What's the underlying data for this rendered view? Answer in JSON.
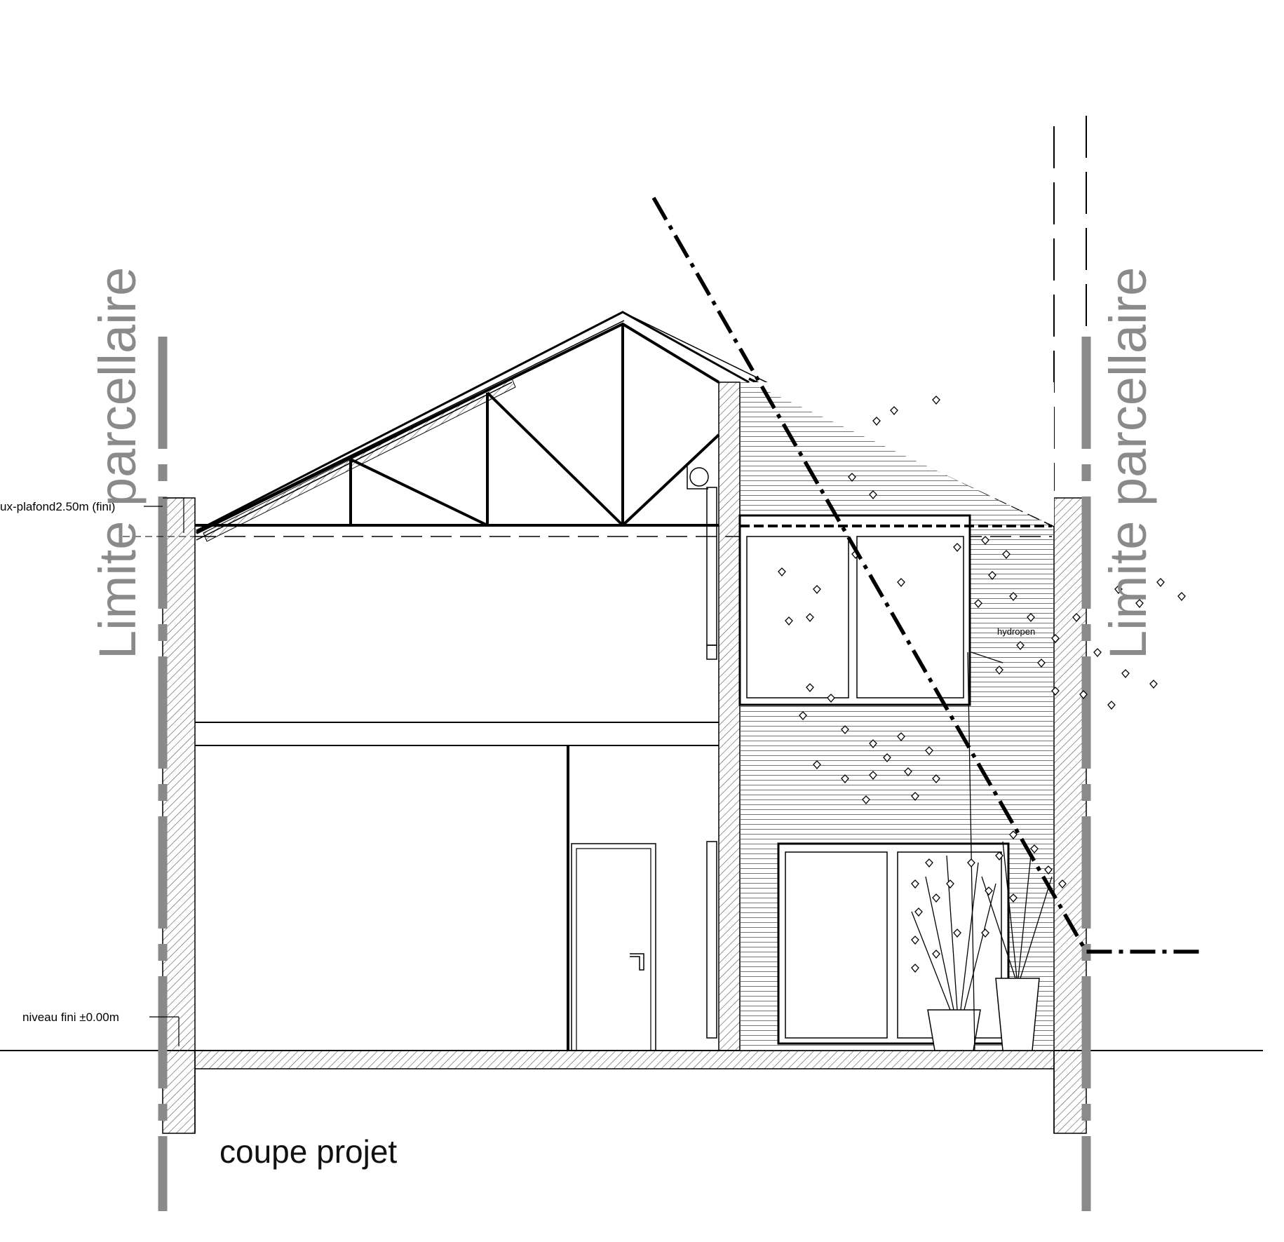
{
  "labels": {
    "property_limit_left": "Limite parcellaire",
    "property_limit_right": "Limite parcellaire",
    "ceiling_level": "ux-plafond2.50m (fini)",
    "floor_level": "niveau fini ±0.00m",
    "title": "coupe projet",
    "plant_tag": "hydropen"
  },
  "colors": {
    "ink": "#000000",
    "limit_line": "#8a8a8a",
    "hatch": "#555555"
  }
}
